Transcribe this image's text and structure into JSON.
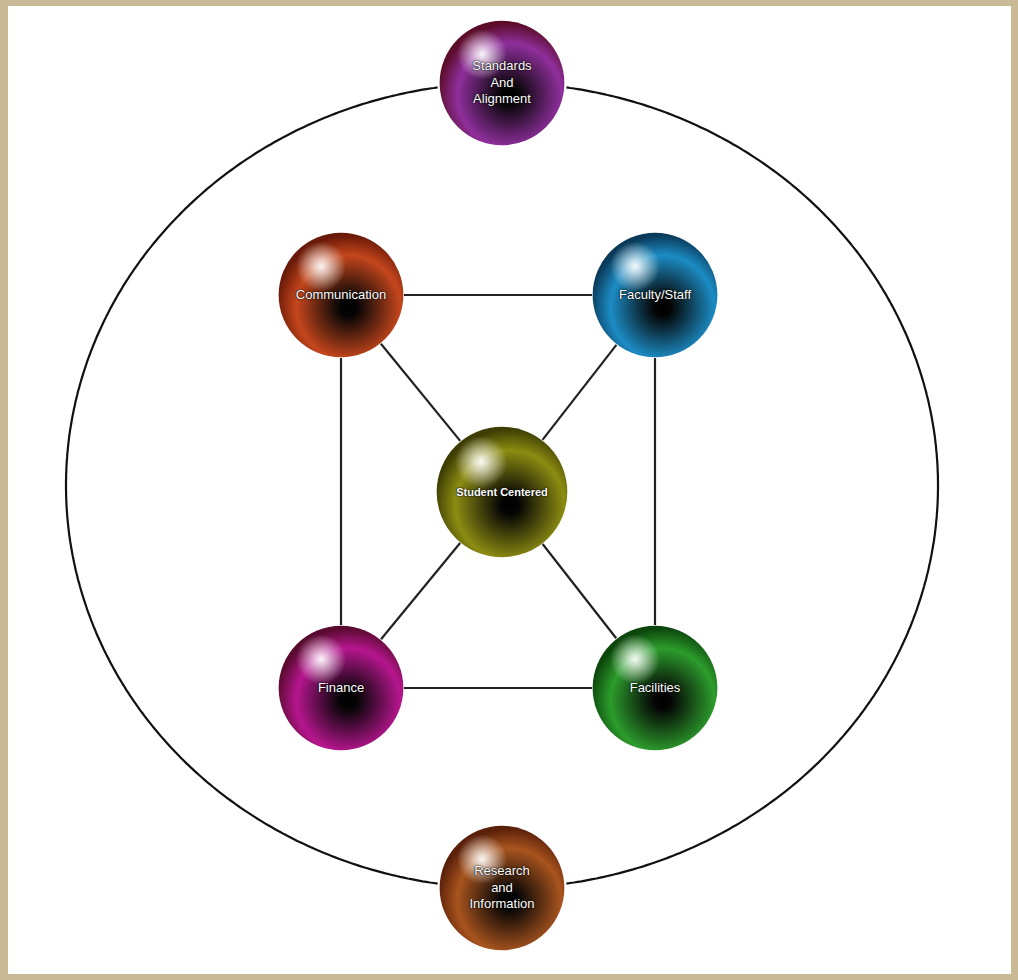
{
  "diagram": {
    "nodes": [
      {
        "text": [
          "Standards And Alignment"
        ]
      },
      {
        "text": [
          "Communication"
        ]
      },
      {
        "text": [
          "Faculty/Staff"
        ]
      },
      {
        "text": [
          "Student Centered"
        ]
      },
      {
        "text": [
          "Finance"
        ]
      },
      {
        "text": [
          "Facilities"
        ]
      },
      {
        "text": [
          "Research and Information"
        ]
      }
    ],
    "edges": [
      {
        "from": 0,
        "to": 6,
        "arrow": "none"
      },
      {
        "from": 0,
        "to": 6,
        "arrow": "none"
      },
      {
        "from": 1,
        "to": 2,
        "arrow": "none"
      },
      {
        "from": 1,
        "to": 3,
        "arrow": "none"
      },
      {
        "from": 2,
        "to": 3,
        "arrow": "none"
      },
      {
        "from": 1,
        "to": 4,
        "arrow": "none"
      },
      {
        "from": 2,
        "to": 5,
        "arrow": "none"
      },
      {
        "from": 3,
        "to": 4,
        "arrow": "none"
      },
      {
        "from": 3,
        "to": 5,
        "arrow": "none"
      },
      {
        "from": 4,
        "to": 5,
        "arrow": "none"
      }
    ]
  }
}
